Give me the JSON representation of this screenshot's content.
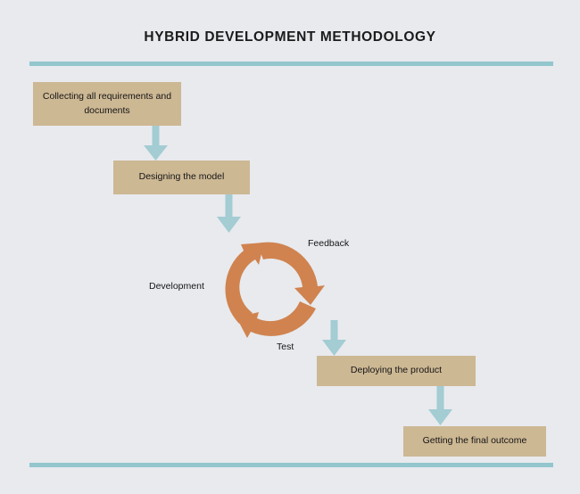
{
  "page": {
    "title": "HYBRID DEVELOPMENT METHODOLOGY",
    "background_color": "#e8eaee",
    "rule_color": "#93c6cd",
    "box_fill_color": "#cdb894",
    "arrow_color": "#a3ccd3",
    "cycle_color": "#d0834f",
    "text_color": "#151515"
  },
  "flow": {
    "steps": [
      {
        "id": "requirements",
        "label": "Collecting all requirements and documents"
      },
      {
        "id": "design",
        "label": "Designing the model"
      },
      {
        "id": "deploy",
        "label": "Deploying the product"
      },
      {
        "id": "outcome",
        "label": "Getting the final outcome"
      }
    ],
    "connectors": [
      {
        "id": "req-to-design",
        "icon": "down-arrow-icon"
      },
      {
        "id": "design-to-cycle",
        "icon": "down-arrow-icon"
      },
      {
        "id": "cycle-to-deploy",
        "icon": "down-arrow-icon"
      },
      {
        "id": "deploy-to-outcome",
        "icon": "down-arrow-icon"
      }
    ]
  },
  "cycle": {
    "icon": "circular-arrows-icon",
    "labels": {
      "development": "Development",
      "feedback": "Feedback",
      "test": "Test"
    }
  }
}
